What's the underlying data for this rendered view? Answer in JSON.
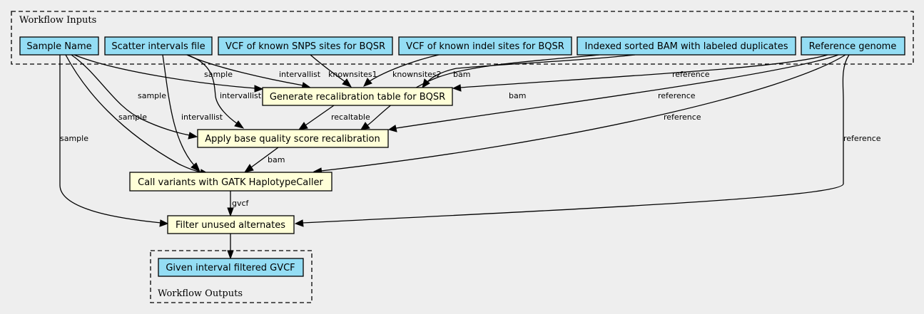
{
  "clusters": {
    "inputs_label": "Workflow Inputs",
    "outputs_label": "Workflow Outputs"
  },
  "nodes": {
    "sample_name": "Sample Name",
    "scatter_intervals": "Scatter intervals file",
    "vcf_snps": "VCF of known SNPS sites for BQSR",
    "vcf_indel": "VCF of known indel sites for BQSR",
    "indexed_bam": "Indexed sorted BAM with labeled duplicates",
    "reference_genome": "Reference genome",
    "gen_recal_table": "Generate recalibration table for BQSR",
    "apply_bqsr": "Apply base quality score recalibration",
    "call_variants": "Call variants with GATK HaplotypeCaller",
    "filter_alternates": "Filter unused alternates",
    "filtered_gvcf": "Given interval filtered GVCF"
  },
  "edge_labels": {
    "sample_to_gen": "sample",
    "sample_to_apply": "sample",
    "sample_to_call": "sample",
    "sample_to_filter": "sample",
    "intervals_to_gen": "intervallist",
    "intervals_to_apply": "intervallist",
    "intervals_to_call": "intervallist",
    "snps_to_gen": "knownsites1",
    "indel_to_gen": "knownsites2",
    "bam_to_gen": "bam",
    "bam_to_apply": "bam",
    "ref_to_gen": "reference",
    "ref_to_apply": "reference",
    "ref_to_call": "reference",
    "ref_to_filter": "reference",
    "gen_to_apply": "recaltable",
    "apply_to_call": "bam",
    "call_to_filter": "gvcf"
  },
  "colors": {
    "background": "#eeeeee",
    "io_node_fill": "#94ddf4",
    "step_node_fill": "#ffffd8",
    "stroke": "#000000"
  }
}
